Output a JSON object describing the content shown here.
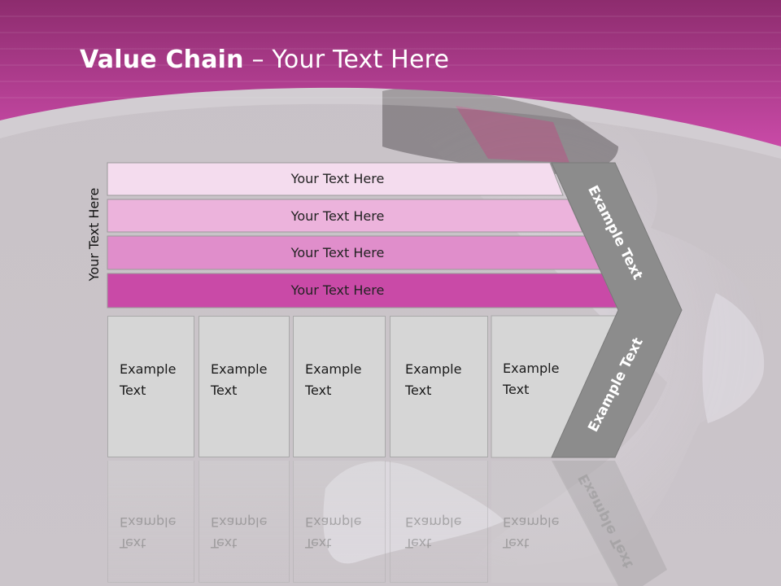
{
  "slide": {
    "title_bold": "Value Chain",
    "title_rest": " – Your Text Here",
    "side_label": "Your Text Here"
  },
  "support_rows": [
    {
      "label": "Your Text Here",
      "color": "#f4dcee"
    },
    {
      "label": "Your Text Here",
      "color": "#ecb3dc"
    },
    {
      "label": "Your Text Here",
      "color": "#e08ecb"
    },
    {
      "label": "Your Text Here",
      "color": "#c94aa7"
    }
  ],
  "primary_boxes": [
    {
      "line1": "Example",
      "line2": "Text"
    },
    {
      "line1": "Example",
      "line2": "Text"
    },
    {
      "line1": "Example",
      "line2": "Text"
    },
    {
      "line1": "Example",
      "line2": "Text"
    },
    {
      "line1": "Example",
      "line2": "Text"
    }
  ],
  "chevron": {
    "top_label": "Example Text",
    "bottom_label": "Example Text",
    "color": "#8c8c8c"
  },
  "colors": {
    "header_top": "#8d2c6e",
    "header_bottom": "#c94aa7",
    "background": "#c9c3c8"
  }
}
